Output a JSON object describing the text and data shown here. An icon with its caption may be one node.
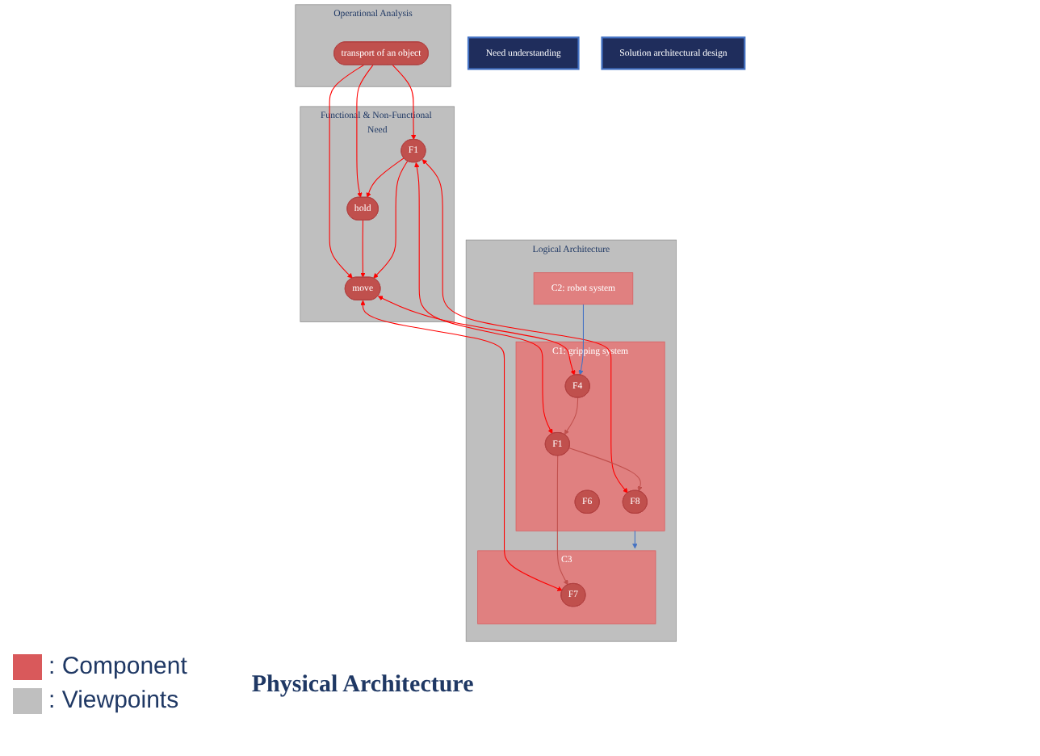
{
  "diagram": {
    "nodes": [
      {
        "text": [
          "Need understanding"
        ]
      },
      {
        "text": [
          "Solution architectural design"
        ]
      },
      {
        "text": [
          "Operational Analysis"
        ]
      },
      {
        "text": [
          "transport of an object"
        ],
        "in": 2
      },
      {
        "text": [
          "Functional & Non-Functional Need"
        ]
      },
      {
        "text": [
          "hold"
        ],
        "in": 4
      },
      {
        "text": [
          "move"
        ],
        "in": 4
      },
      {
        "text": [
          "F1"
        ],
        "in": 4
      },
      {
        "text": [
          "Logical Architecture"
        ]
      },
      {
        "text": [
          "C1: gripping system"
        ],
        "in": 8
      },
      {
        "text": [
          "F8"
        ],
        "in": 9
      },
      {
        "text": [
          "F4"
        ],
        "in": 9
      },
      {
        "text": [
          "F1"
        ],
        "in": 9
      },
      {
        "text": [
          "F6"
        ],
        "in": 9
      },
      {
        "text": [
          "C2: robot system"
        ],
        "in": 8
      },
      {
        "text": [
          "C3"
        ],
        "in": 8
      },
      {
        "text": [
          "F7"
        ],
        "in": 15
      }
    ],
    "edges": [
      {
        "from": 3,
        "to": 5,
        "arrow": "to"
      },
      {
        "from": 3,
        "to": 7,
        "arrow": "to"
      },
      {
        "from": 3,
        "to": 6,
        "arrow": "to"
      },
      {
        "from": 5,
        "to": 6,
        "arrow": "to"
      },
      {
        "from": 7,
        "to": 5,
        "arrow": "to"
      },
      {
        "from": 7,
        "to": 6,
        "arrow": "to"
      },
      {
        "from": 7,
        "to": 12,
        "arrow": "both"
      },
      {
        "from": 7,
        "to": 10,
        "arrow": "both"
      },
      {
        "from": 6,
        "to": 11,
        "arrow": "both"
      },
      {
        "from": 6,
        "to": 16,
        "arrow": "both"
      },
      {
        "from": 12,
        "to": 10,
        "arrow": "to",
        "color": "#c0504d"
      },
      {
        "from": 11,
        "to": 12,
        "arrow": "to",
        "color": "#c0504d"
      },
      {
        "from": 12,
        "to": 16,
        "arrow": "to",
        "color": "#c0504d"
      },
      {
        "from": 14,
        "to": 11,
        "arrow": "to",
        "color": "#4472c4"
      },
      {
        "from": 9,
        "to": 15,
        "arrow": "to",
        "color": "#4472c4"
      }
    ],
    "labels": [
      "Physical Architecture"
    ],
    "legend": [
      {
        "text": ": Component",
        "color": "#d9595b"
      },
      {
        "text": ": Viewpoints",
        "color": "#bfbfbf"
      }
    ]
  }
}
